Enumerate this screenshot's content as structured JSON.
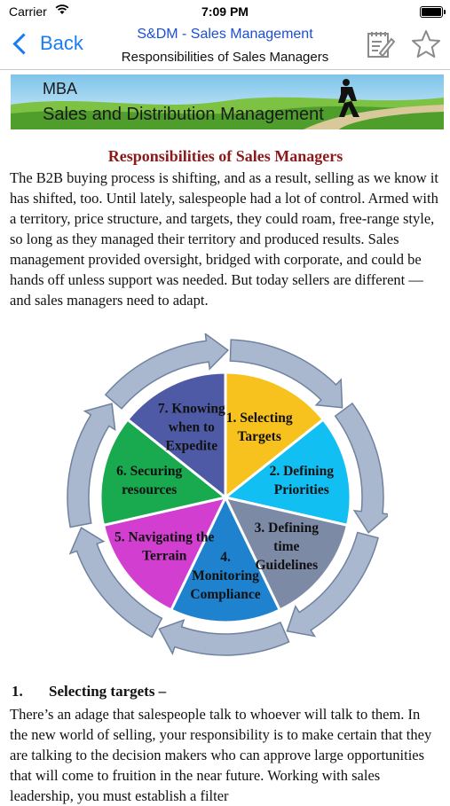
{
  "status_bar": {
    "carrier": "Carrier",
    "time": "7:09 PM"
  },
  "nav": {
    "back_label": "Back",
    "title": "S&DM - Sales Management",
    "subtitle": "Responsibilities of Sales Managers"
  },
  "banner": {
    "line1": "MBA",
    "line2": "Sales and Distribution Management"
  },
  "article": {
    "title": "Responsibilities of Sales Managers",
    "intro": "The B2B buying process is shifting, and as a result, selling as we know it has shifted, too. Until lately, salespeople had a lot of control. Armed with a territory, price structure, and targets, they could roam, free-range style, so long as they managed their territory and produced results. Sales management provided oversight, bridged with corporate, and could be hands off unless support was needed. But today sellers are different — and sales managers need to adapt.",
    "section1_number": "1.",
    "section1_title": "Selecting targets –",
    "section1_text": "There’s an adage that salespeople talk to whoever will talk to them. In the new world of selling, your responsibility is to make certain that they are talking to the decision makers who can approve large opportunities that will come to fruition in the near future. Working with sales leadership, you must establish a filter"
  },
  "diagram": {
    "segments": [
      {
        "lines": [
          "1. Selecting",
          "Targets"
        ],
        "color": "#f7c21d"
      },
      {
        "lines": [
          "2. Defining",
          "Priorities"
        ],
        "color": "#11bff2"
      },
      {
        "lines": [
          "3. Defining",
          "time",
          "Guidelines"
        ],
        "color": "#7c8aa6"
      },
      {
        "lines": [
          "4.",
          "Monitoring",
          "Compliance"
        ],
        "color": "#1f82cf"
      },
      {
        "lines": [
          "5. Navigating the",
          "Terrain"
        ],
        "color": "#d23fd0"
      },
      {
        "lines": [
          "6. Securing",
          "resources"
        ],
        "color": "#19a94f"
      },
      {
        "lines": [
          "7. Knowing",
          "when to",
          "Expedite"
        ],
        "color": "#4e5aa6"
      }
    ]
  },
  "icons": {
    "back": "chevron-left-icon",
    "edit": "edit-note-icon",
    "favorite": "star-icon",
    "wifi": "wifi-icon",
    "battery": "battery-icon"
  },
  "colors": {
    "accent": "#1a7cf5",
    "title_red": "#8b1a1a"
  }
}
